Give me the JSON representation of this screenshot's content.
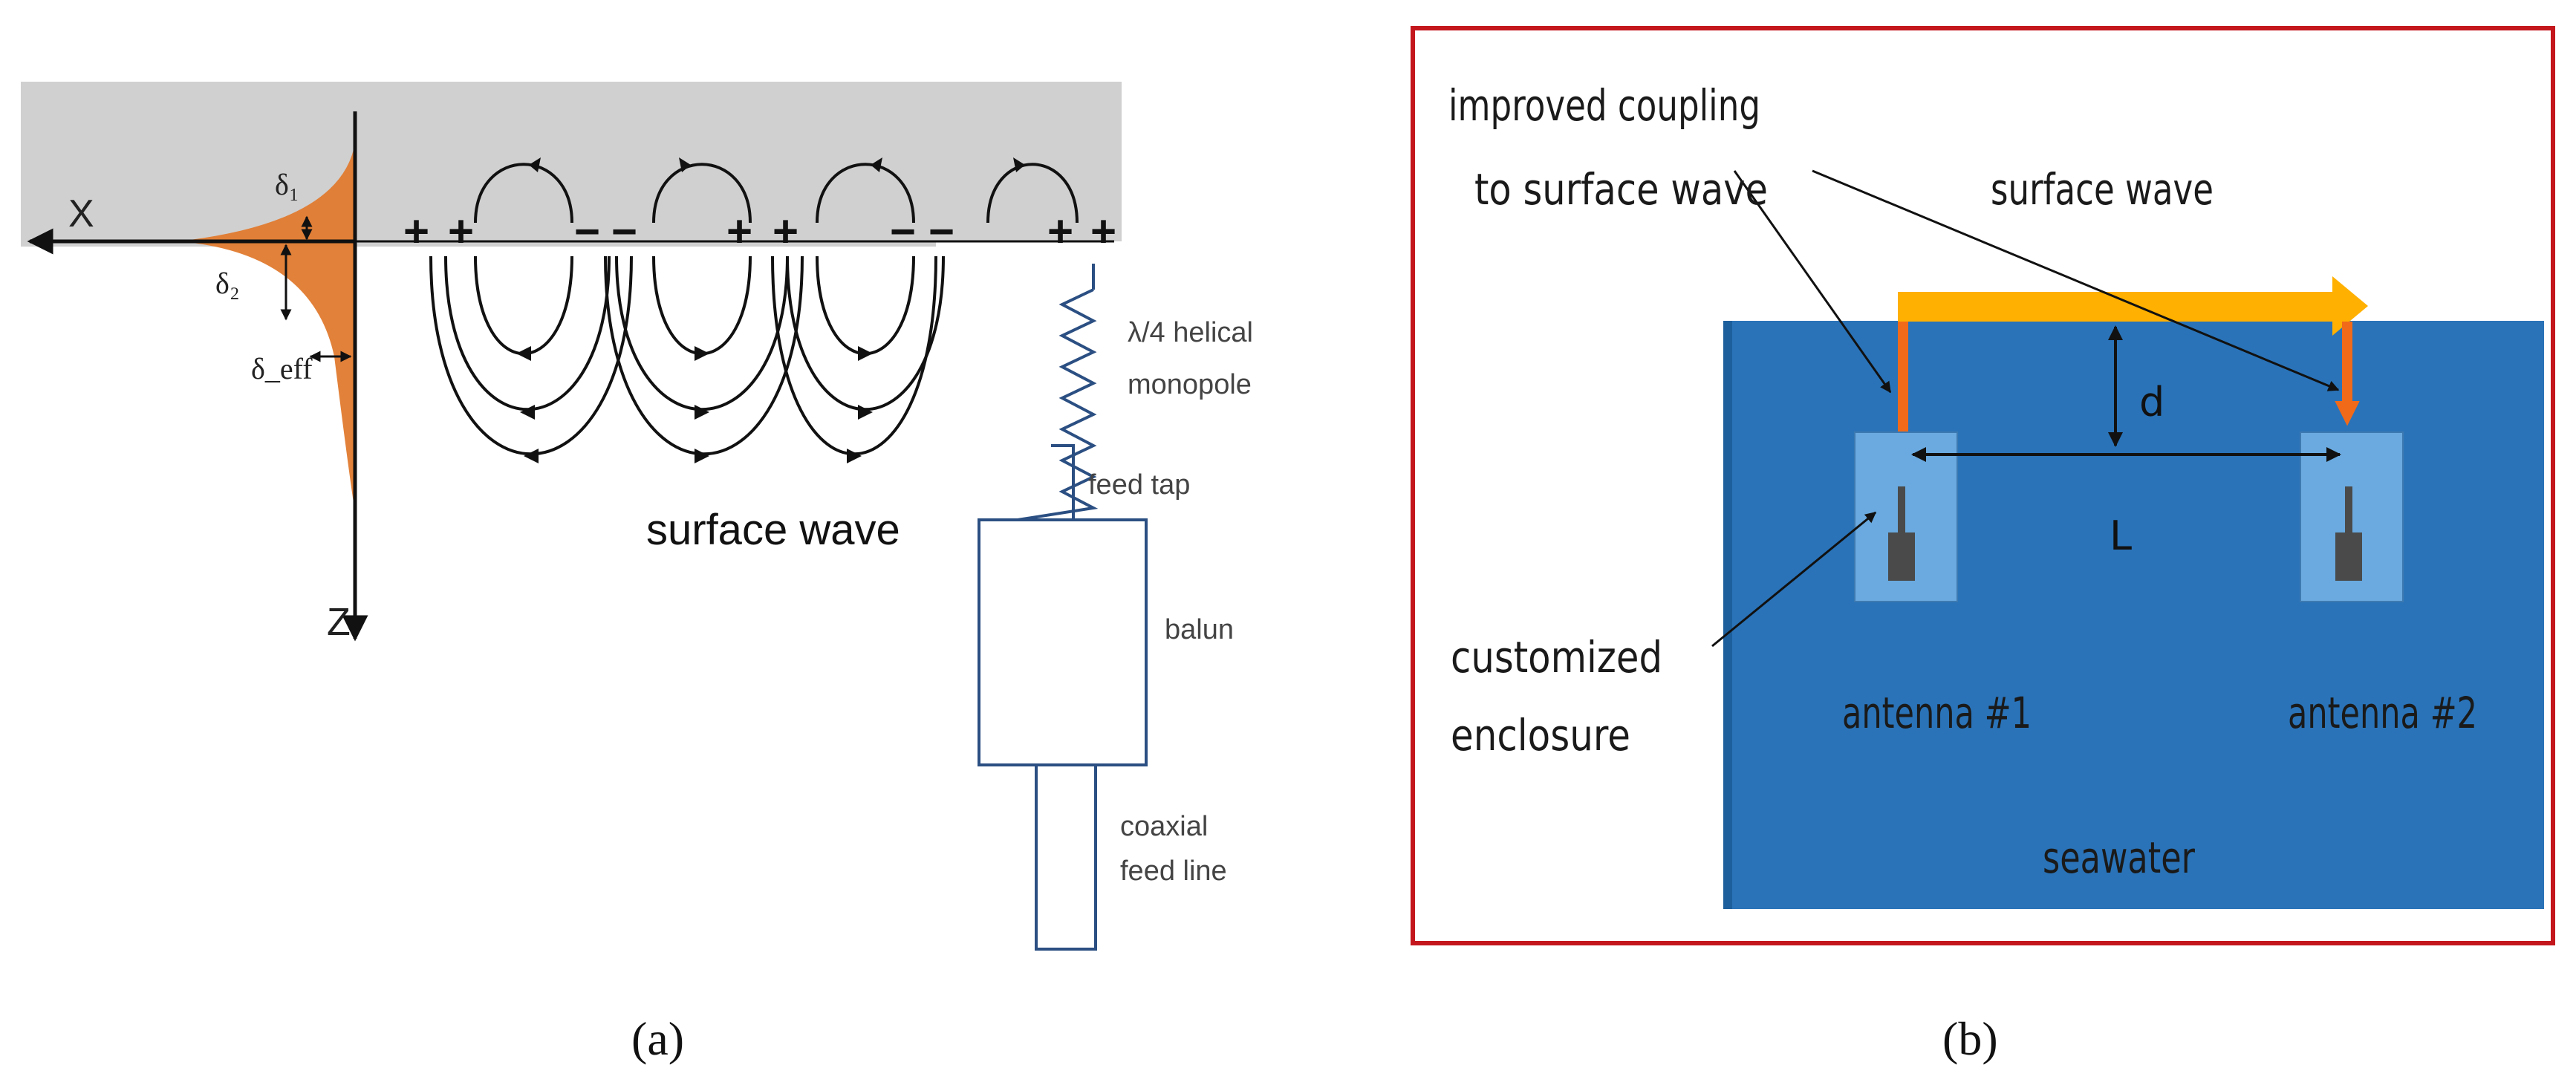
{
  "panel_a": {
    "axis_x_label": "X",
    "axis_z_label": "Z",
    "depth_labels": [
      "δ₁",
      "δ₂",
      "δ_eff"
    ],
    "charge_row": [
      "+",
      "+",
      "−",
      "−",
      "+",
      "+",
      "−",
      "−",
      "+",
      "+"
    ],
    "surface_wave_label": "surface wave",
    "antenna_labels": {
      "helical_line1": "λ/4 helical",
      "helical_line2": "monopole",
      "feed_tap": "feed tap",
      "balun": "balun",
      "coax_line1": "coaxial",
      "coax_line2": "feed line"
    },
    "caption": "(a)"
  },
  "panel_b": {
    "coupling_line1": "improved coupling",
    "coupling_line2": "to surface wave",
    "surface_wave_label": "surface wave",
    "d_label": "d",
    "l_label": "L",
    "enclosure_line1": "customized",
    "enclosure_line2": "enclosure",
    "antenna1_label": "antenna #1",
    "antenna2_label": "antenna #2",
    "seawater_label": "seawater",
    "caption": "(b)"
  },
  "colors": {
    "gray_band": "#d0d0d0",
    "orange_profile": "#e07a2e",
    "seawater_blue": "#2a73b8",
    "enclosure_blue": "#6aaae0",
    "surface_arrow": "#ffb000",
    "coupling_orange": "#f06a1a",
    "frame_red": "#c4171d"
  }
}
